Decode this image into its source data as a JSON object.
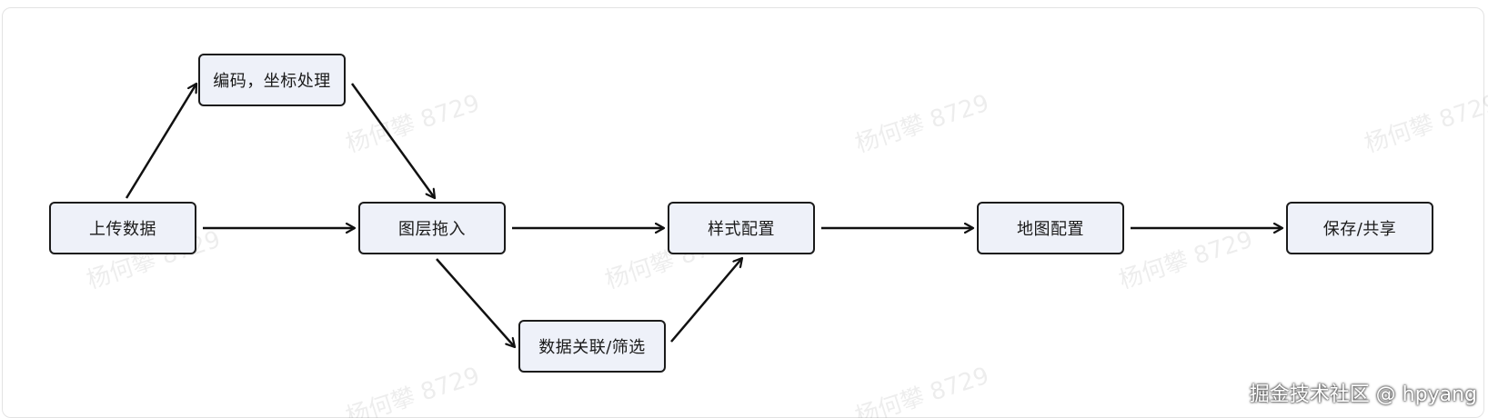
{
  "nodes": {
    "upload": "上传数据",
    "encode": "编码，坐标处理",
    "layer": "图层拖入",
    "join": "数据关联/筛选",
    "style": "样式配置",
    "map": "地图配置",
    "save": "保存/共享"
  },
  "watermark": "杨何攀 8729",
  "credit": "掘金技术社区 @ hpyang",
  "colors": {
    "node_fill": "#eef1f9",
    "node_border": "#1b1b1b",
    "arrow": "#111111"
  }
}
